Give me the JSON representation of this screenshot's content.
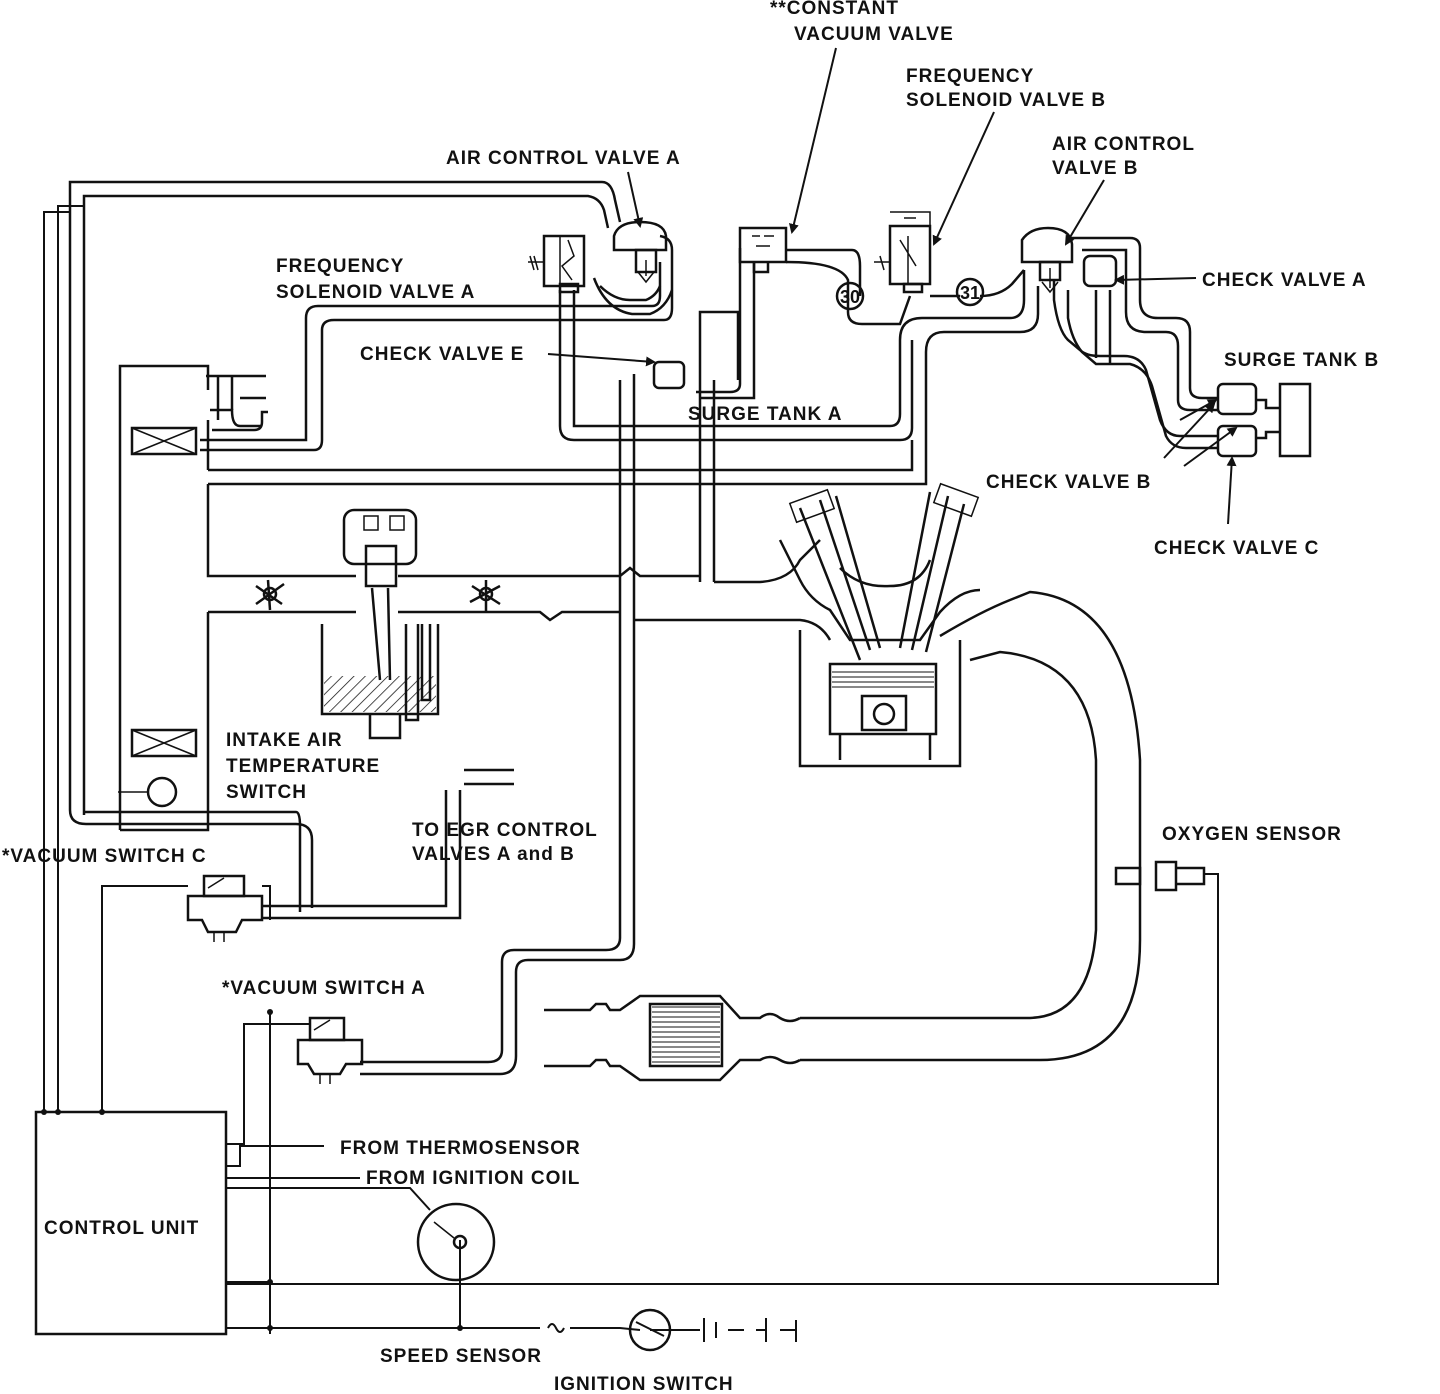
{
  "labels": {
    "constant_vacuum_valve_1": "**CONSTANT",
    "constant_vacuum_valve_2": "VACUUM VALVE",
    "freq_solenoid_b_1": "FREQUENCY",
    "freq_solenoid_b_2": "SOLENOID VALVE B",
    "air_control_a": "AIR CONTROL VALVE A",
    "air_control_b_1": "AIR CONTROL",
    "air_control_b_2": "VALVE B",
    "freq_solenoid_a_1": "FREQUENCY",
    "freq_solenoid_a_2": "SOLENOID VALVE A",
    "check_valve_a": "CHECK VALVE A",
    "check_valve_e": "CHECK VALVE E",
    "surge_tank_b": "SURGE TANK B",
    "surge_tank_a": "SURGE TANK A",
    "check_valve_b": "CHECK VALVE B",
    "check_valve_c": "CHECK VALVE C",
    "intake_air_1": "INTAKE AIR",
    "intake_air_2": "TEMPERATURE",
    "intake_air_3": "SWITCH",
    "to_egr_1": "TO EGR CONTROL",
    "to_egr_2": "VALVES A and B",
    "vacuum_switch_c": "*VACUUM SWITCH C",
    "vacuum_switch_a": "*VACUUM SWITCH A",
    "oxygen_sensor": "OXYGEN SENSOR",
    "from_thermosensor": "FROM THERMOSENSOR",
    "from_ignition_coil": "FROM IGNITION COIL",
    "control_unit": "CONTROL UNIT",
    "speed_sensor": "SPEED SENSOR",
    "ignition_switch": "IGNITION SWITCH",
    "num_30": "30",
    "num_31": "31"
  }
}
